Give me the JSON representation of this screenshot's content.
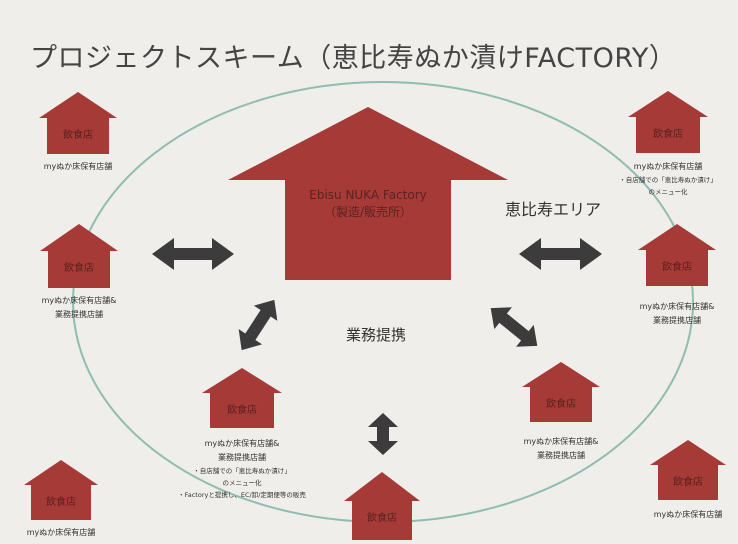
{
  "title": "プロジェクトスキーム（恵比寿ぬか漬けFACTORY）",
  "colors": {
    "house": "#a63a37",
    "arrow": "#3c3c3c",
    "circle": "#8fbdb2",
    "background": "#efeeea"
  },
  "factory": {
    "name": "Ebisu NUKA Factory",
    "sub": "（製造/販売所）"
  },
  "area_label": "恵比寿エリア",
  "partnership_label": "業務提携",
  "houses": [
    {
      "label": "飲食店",
      "lines": [
        "myぬか床保有店舗"
      ],
      "notes": []
    },
    {
      "label": "飲食店",
      "lines": [
        "myぬか床保有店舗&",
        "業務提携店舗"
      ],
      "notes": []
    },
    {
      "label": "飲食店",
      "lines": [
        "myぬか床保有店舗"
      ],
      "notes": [
        "・自店舗での「恵比寿ぬか漬け」",
        "のメニュー化"
      ]
    },
    {
      "label": "飲食店",
      "lines": [
        "myぬか床保有店舗&",
        "業務提携店舗"
      ],
      "notes": []
    },
    {
      "label": "飲食店",
      "lines": [
        "myぬか床保有店舗&",
        "業務提携店舗"
      ],
      "notes": [
        "・自店舗での「恵比寿ぬか漬け」",
        "のメニュー化",
        "・Factoryと提携し、EC/卸/定期便等の販売"
      ]
    },
    {
      "label": "飲食店",
      "lines": [
        "myぬか床保有店舗&",
        "業務提携店舗"
      ],
      "notes": []
    },
    {
      "label": "飲食店",
      "lines": [
        "myぬか床保有店舗"
      ],
      "notes": []
    },
    {
      "label": "飲食店",
      "lines": [
        "myぬか床保有店舗"
      ],
      "notes": []
    },
    {
      "label": "飲食店",
      "lines": [],
      "notes": []
    }
  ]
}
